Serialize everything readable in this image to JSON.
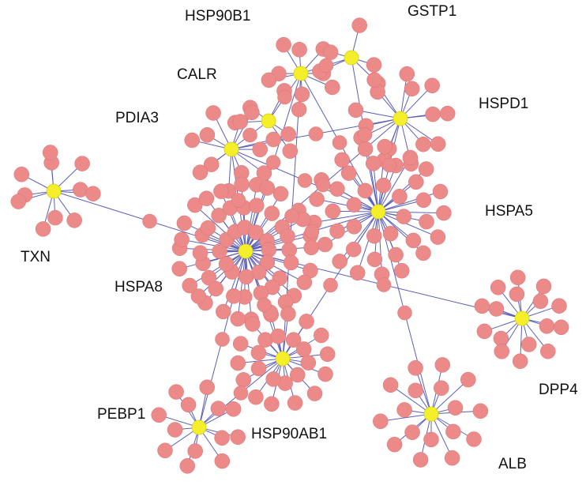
{
  "colors": {
    "edge": "#5b5fb8",
    "leaf_node": "#ec8a8a",
    "hub_node": "#f5ee2a",
    "label_text": "#111111",
    "background": "#ffffff"
  },
  "hubs": [
    {
      "id": "HSP90B1",
      "label": "HSP90B1",
      "degree": 9
    },
    {
      "id": "GSTP1",
      "label": "GSTP1",
      "degree": 5
    },
    {
      "id": "CALR",
      "label": "CALR",
      "degree": 5
    },
    {
      "id": "HSPD1",
      "label": "HSPD1",
      "degree": 15
    },
    {
      "id": "PDIA3",
      "label": "PDIA3",
      "degree": 12
    },
    {
      "id": "TXN",
      "label": "TXN",
      "degree": 11
    },
    {
      "id": "HSPA5",
      "label": "HSPA5",
      "degree": 38
    },
    {
      "id": "HSPA8",
      "label": "HSPA8",
      "degree": 58
    },
    {
      "id": "DPP4",
      "label": "DPP4",
      "degree": 16
    },
    {
      "id": "HSP90AB1",
      "label": "HSP90AB1",
      "degree": 24
    },
    {
      "id": "PEBP1",
      "label": "PEBP1",
      "degree": 13
    },
    {
      "id": "ALB",
      "label": "ALB",
      "degree": 17
    }
  ],
  "links": [
    [
      "HSPA8",
      "TXN"
    ],
    [
      "HSPA8",
      "PDIA3"
    ],
    [
      "HSPA8",
      "HSP90B1"
    ],
    [
      "HSPA8",
      "HSPA5"
    ],
    [
      "HSPA8",
      "HSPD1"
    ],
    [
      "HSPA8",
      "DPP4"
    ],
    [
      "HSPA8",
      "HSP90AB1"
    ],
    [
      "HSPA8",
      "PEBP1"
    ],
    [
      "HSPA5",
      "HSP90B1"
    ],
    [
      "HSPA5",
      "GSTP1"
    ],
    [
      "HSPA5",
      "HSPD1"
    ],
    [
      "HSPA5",
      "HSP90AB1"
    ],
    [
      "HSPA5",
      "ALB"
    ],
    [
      "HSPA5",
      "PDIA3"
    ],
    [
      "HSP90B1",
      "CALR"
    ],
    [
      "HSP90B1",
      "GSTP1"
    ],
    [
      "PDIA3",
      "CALR"
    ],
    [
      "PDIA3",
      "HSPD1"
    ],
    [
      "HSP90AB1",
      "PEBP1"
    ],
    [
      "HSP90AB1",
      "HSP90B1"
    ]
  ]
}
